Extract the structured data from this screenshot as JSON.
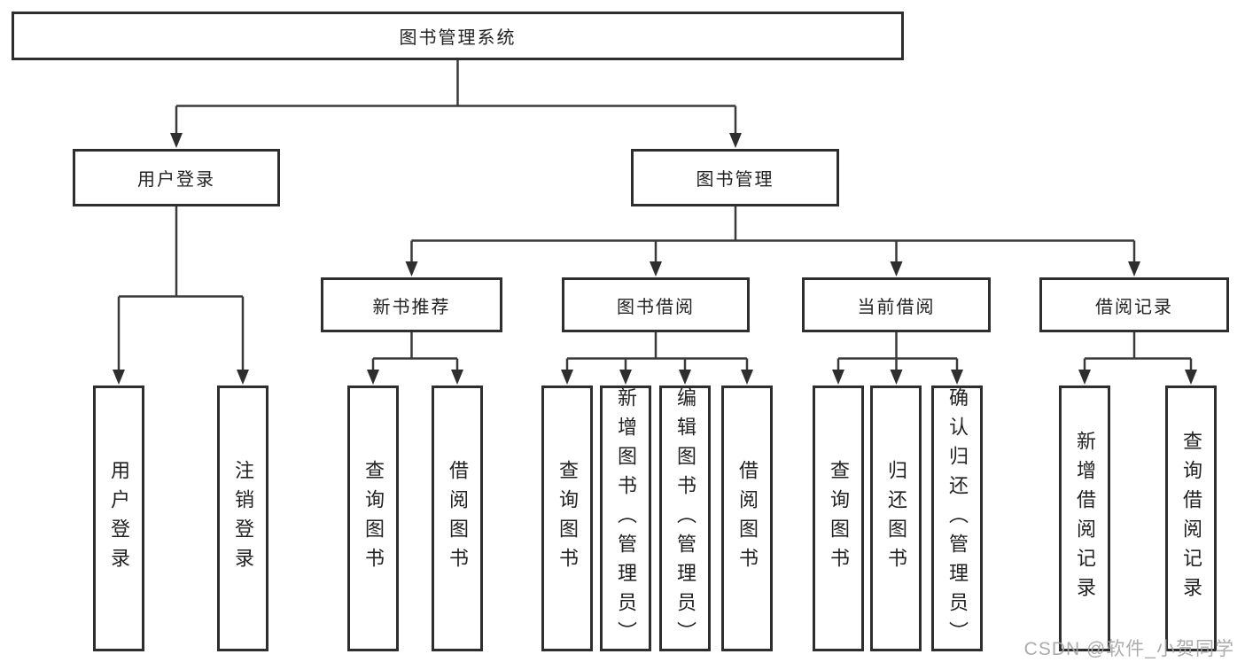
{
  "diagram_title": "图书管理系统",
  "nodes": {
    "root": {
      "label": "图书管理系统"
    },
    "level2": [
      {
        "label": "用户登录"
      },
      {
        "label": "图书管理"
      }
    ],
    "level3": [
      {
        "label": "新书推荐"
      },
      {
        "label": "图书借阅"
      },
      {
        "label": "当前借阅"
      },
      {
        "label": "借阅记录"
      }
    ],
    "leaves": {
      "user_login": [
        "用户登录",
        "注销登录"
      ],
      "new_books": [
        "查询图书",
        "借阅图书"
      ],
      "book_borrow": [
        "查询图书",
        "新增图书（管理员）",
        "编辑图书（管理员）",
        "借阅图书"
      ],
      "current_borrow": [
        "查询图书",
        "归还图书",
        "确认归还（管理员）"
      ],
      "borrow_records": [
        "新增借阅记录",
        "查询借阅记录"
      ]
    }
  },
  "watermark": "CSDN @软件_小贺同学",
  "colors": {
    "line": "#3a3a3a",
    "box_border": "#2e2e2e",
    "box_fill": "#ffffff",
    "text": "#222222",
    "watermark": "#a5a5a5",
    "background": "#ffffff"
  }
}
